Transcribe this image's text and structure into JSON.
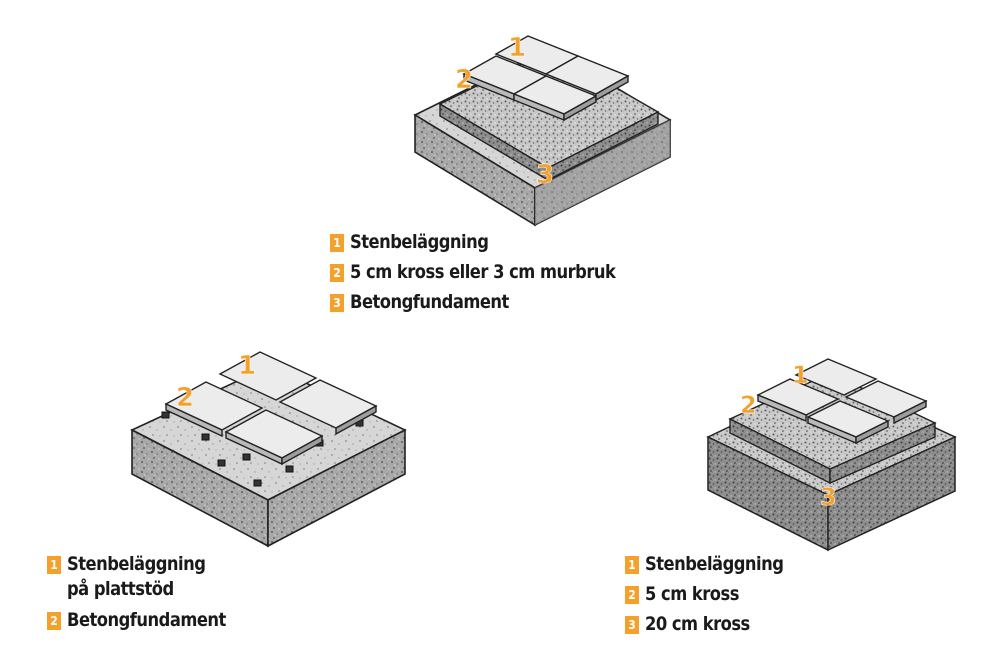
{
  "accent_color": "#f5a02a",
  "diagrams": {
    "top": {
      "markers": [
        "1",
        "2",
        "3"
      ],
      "legend": [
        {
          "num": "1",
          "lines": [
            "Stenbeläggning"
          ]
        },
        {
          "num": "2",
          "lines": [
            "5 cm kross eller 3 cm murbruk"
          ]
        },
        {
          "num": "3",
          "lines": [
            "Betongfundament"
          ]
        }
      ]
    },
    "left": {
      "markers": [
        "1",
        "2"
      ],
      "legend": [
        {
          "num": "1",
          "lines": [
            "Stenbeläggning",
            "på plattstöd"
          ]
        },
        {
          "num": "2",
          "lines": [
            "Betongfundament"
          ]
        }
      ]
    },
    "right": {
      "markers": [
        "1",
        "2",
        "3"
      ],
      "legend": [
        {
          "num": "1",
          "lines": [
            "Stenbeläggning"
          ]
        },
        {
          "num": "2",
          "lines": [
            "5 cm kross"
          ]
        },
        {
          "num": "3",
          "lines": [
            "20 cm kross"
          ]
        }
      ]
    }
  }
}
